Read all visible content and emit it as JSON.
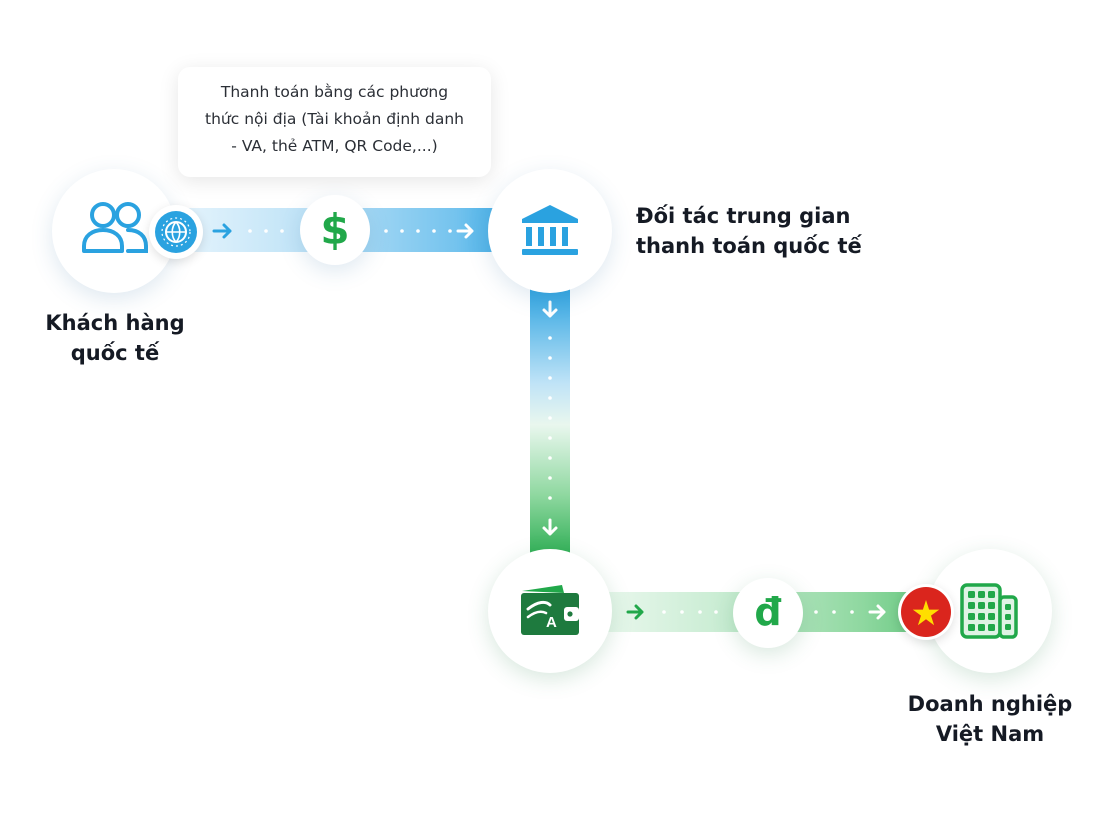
{
  "tooltip": {
    "lines": [
      "Thanh toán bằng các phương",
      "thức nội địa (Tài khoản định  danh",
      "- VA, thẻ ATM, QR Code,...)"
    ]
  },
  "nodes": {
    "customer": {
      "label_lines": [
        "Khách hàng",
        "quốc tế"
      ],
      "icon": "users-icon"
    },
    "partner": {
      "label_lines": [
        "Đối tác trung gian",
        "thanh toán quốc tế"
      ],
      "icon": "bank-icon"
    },
    "wallet": {
      "icon": "wallet-icon",
      "logo_letter": "A"
    },
    "business": {
      "label_lines": [
        "Doanh nghiệp",
        "Việt Nam"
      ],
      "icon": "building-icon"
    }
  },
  "currency": {
    "usd_symbol": "$",
    "vnd_symbol": "đ"
  },
  "colors": {
    "blue": "#2aa2e0",
    "green": "#21a84a",
    "dark_green": "#1e7a3e",
    "vn_red": "#da251d",
    "vn_star": "#ffde00"
  }
}
